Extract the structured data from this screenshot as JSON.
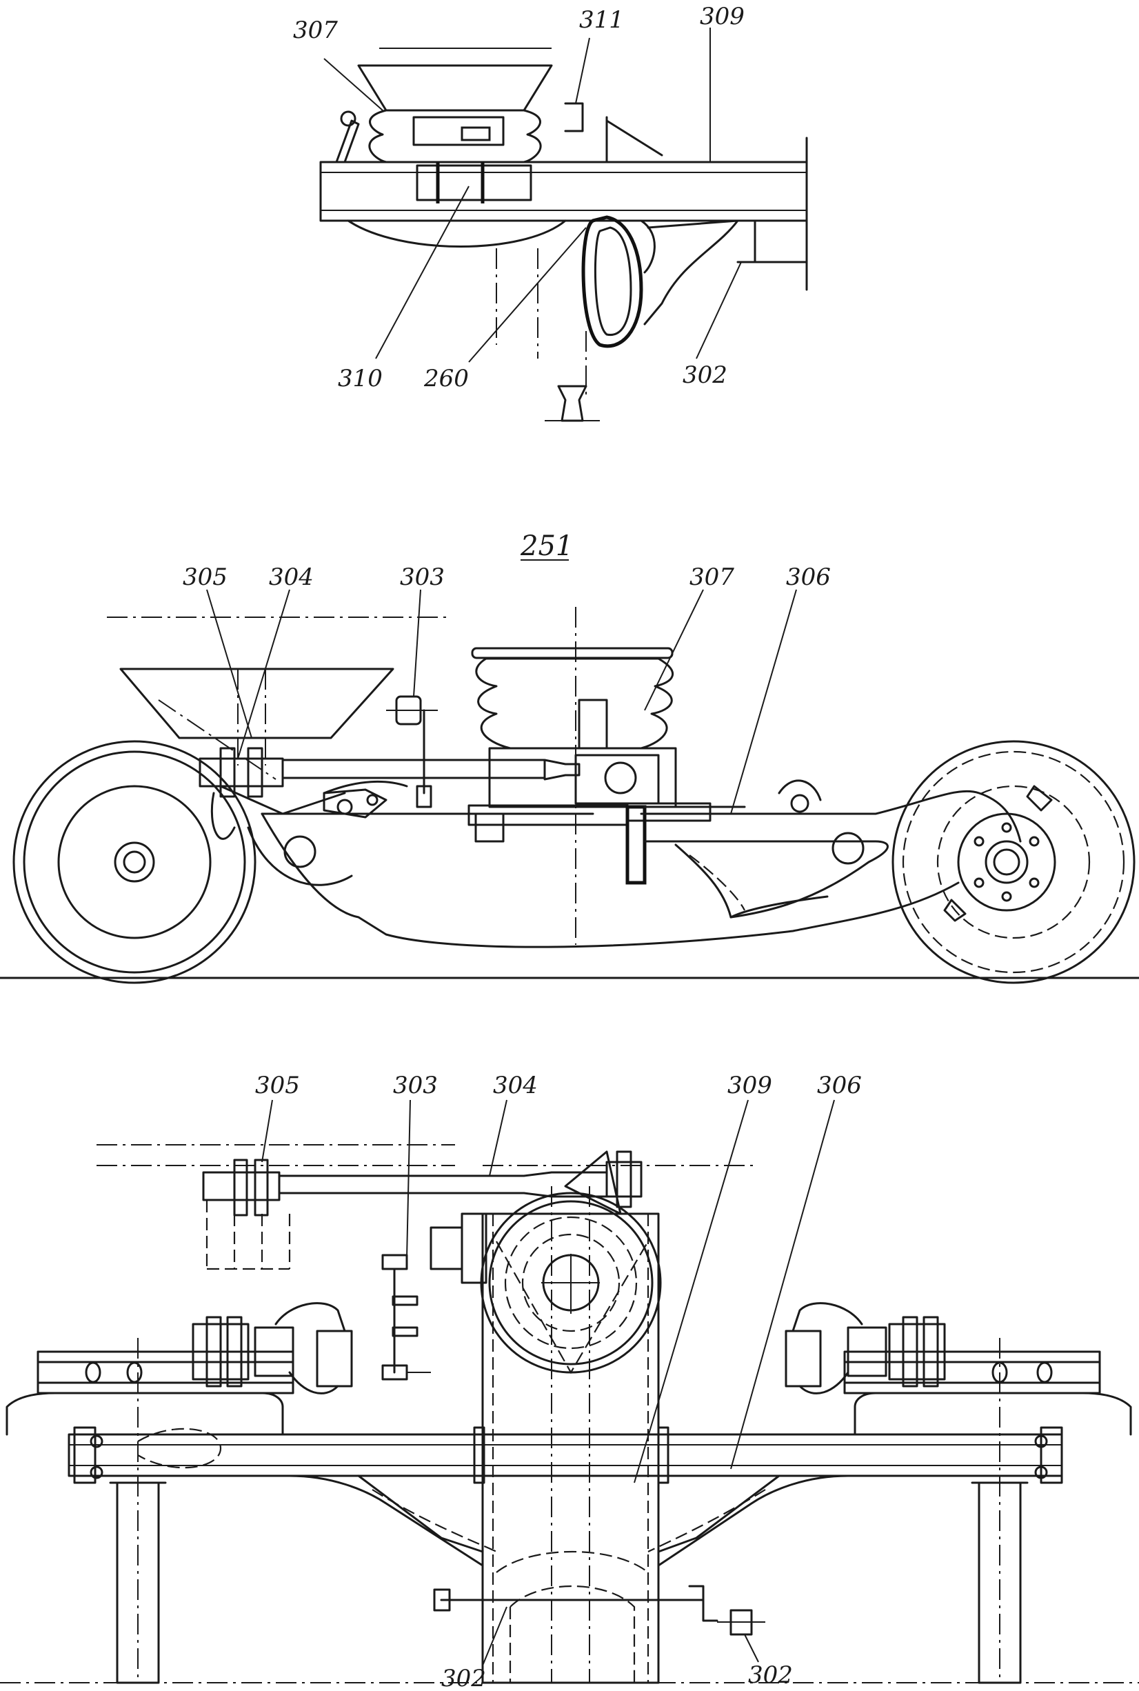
{
  "top_view": {
    "labels": {
      "l307": "307",
      "l311": "311",
      "l309": "309",
      "l310": "310",
      "l260": "260",
      "l302": "302"
    }
  },
  "side_view": {
    "title": "251",
    "labels": {
      "l305": "305",
      "l304": "304",
      "l303": "303",
      "l307": "307",
      "l306": "306"
    }
  },
  "bottom_view": {
    "labels": {
      "l305": "305",
      "l303": "303",
      "l304": "304",
      "l309": "309",
      "l306": "306",
      "l302a": "302",
      "l302b": "302"
    }
  }
}
